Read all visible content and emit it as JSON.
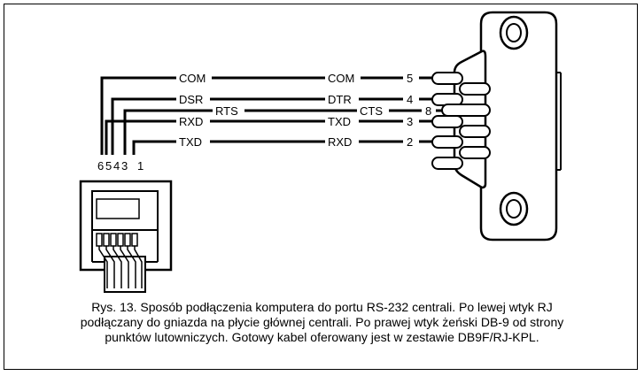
{
  "wires": {
    "com_left": "COM",
    "com_mid": "COM",
    "com_pin": "5",
    "dsr_left": "DSR",
    "dtr_mid": "DTR",
    "dtr_pin": "4",
    "rts": "RTS",
    "cts": "CTS",
    "cts_pin": "8",
    "rxd_left": "RXD",
    "txd_mid": "TXD",
    "txd_pin": "3",
    "txd_left": "TXD",
    "rxd_mid": "RXD",
    "rxd_pin": "2"
  },
  "rj_pins": [
    "6",
    "5",
    "4",
    "3",
    "1"
  ],
  "caption": {
    "line1": "Rys. 13. Sposób podłączenia komputera do portu RS-232 centrali. Po lewej wtyk RJ",
    "line2": "podłączany do gniazda na płycie głównej centrali. Po prawej wtyk żeński DB-9 od strony",
    "line3": "punktów lutowniczych. Gotowy kabel oferowany jest w zestawie DB9F/RJ-KPL."
  }
}
